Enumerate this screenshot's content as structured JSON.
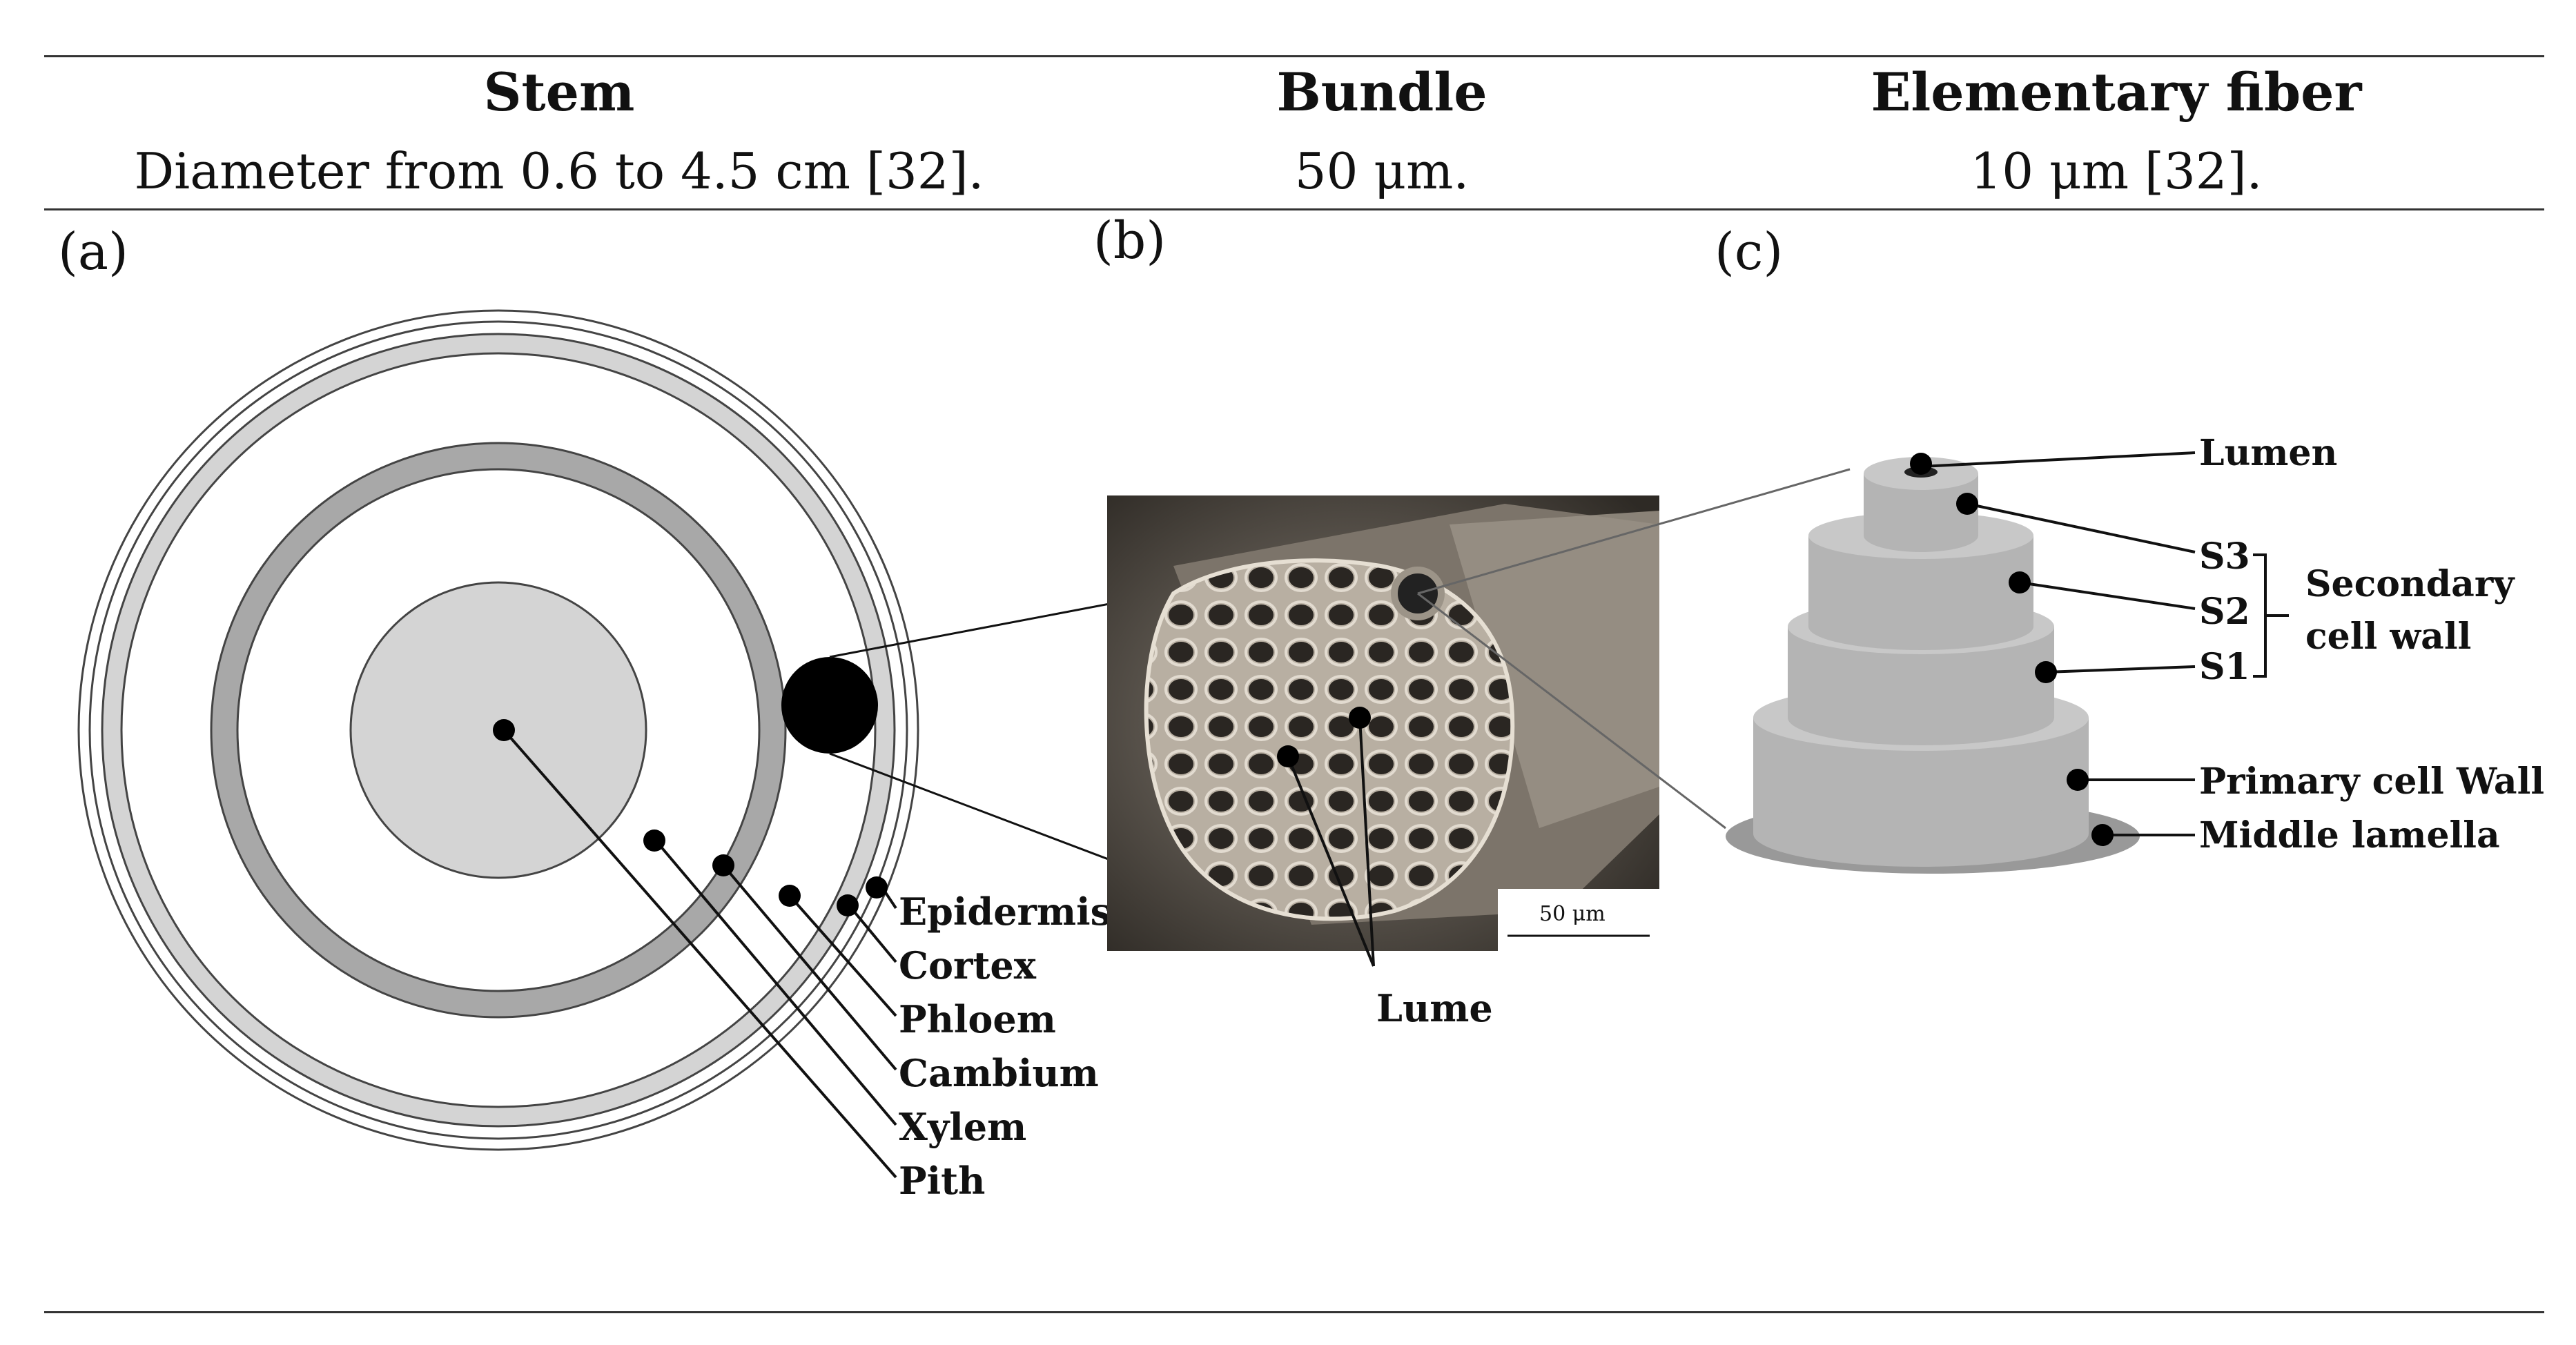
{
  "table": {
    "headers": [
      "Stem",
      "Bundle",
      "Elementary fiber"
    ],
    "values": [
      "Diameter from 0.6 to 4.5 cm [32].",
      "50 μm.",
      "10 μm [32]."
    ]
  },
  "panels": {
    "a": "(a)",
    "b": "(b)",
    "c": "(c)"
  },
  "stem_labels": [
    "Epidermis",
    "Cortex",
    "Phloem",
    "Cambium",
    "Xylem",
    "Pith"
  ],
  "bundle": {
    "label": "Lume",
    "scale_bar": "50 μm"
  },
  "fiber": {
    "labels": [
      "Lumen",
      "S3",
      "S2",
      "S1",
      "Primary cell Wall",
      "Middle lamella"
    ],
    "bracket_label_1": "Secondary",
    "bracket_label_2": "cell wall"
  },
  "colors": {
    "light_gray": "#d4d4d4",
    "mid_gray": "#a8a8a8",
    "fiber_gray": "#b4b4b4",
    "sem_dark": "#3a352f",
    "sem_light": "#c8c0b4"
  }
}
